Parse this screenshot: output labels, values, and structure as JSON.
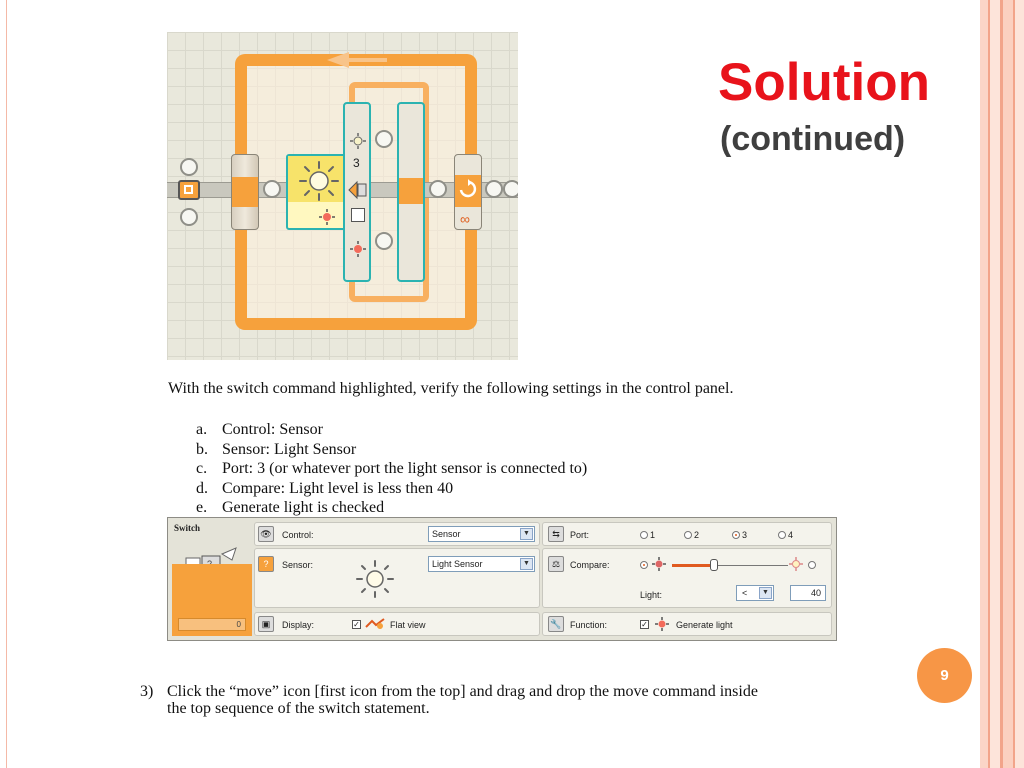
{
  "slide": {
    "title": "Solution",
    "subtitle": "(continued)",
    "page_number": "9"
  },
  "diagram": {
    "switch_port": "3"
  },
  "instructions": {
    "intro": "With the switch command highlighted, verify the following settings in the control panel.",
    "items": [
      {
        "letter": "a.",
        "text": "Control: Sensor"
      },
      {
        "letter": "b.",
        "text": "Sensor: Light Sensor"
      },
      {
        "letter": "c.",
        "text": "Port: 3 (or whatever port the light sensor is connected to)"
      },
      {
        "letter": "d.",
        "text": "Compare: Light level is less then 40"
      },
      {
        "letter": "e.",
        "text": "Generate light is checked"
      }
    ]
  },
  "control_panel": {
    "title": "Switch",
    "block_value": "0",
    "control_label": "Control:",
    "control_value": "Sensor",
    "sensor_label": "Sensor:",
    "sensor_value": "Light Sensor",
    "display_label": "Display:",
    "display_option": "Flat view",
    "port_label": "Port:",
    "ports": [
      "1",
      "2",
      "3",
      "4"
    ],
    "selected_port": "3",
    "compare_label": "Compare:",
    "light_label": "Light:",
    "compare_operator": "<",
    "compare_value": "40",
    "function_label": "Function:",
    "function_option": "Generate light"
  },
  "step": {
    "number": "3)",
    "text": "Click the “move” icon [first icon from the top] and drag and drop the move command inside the top sequence of the switch statement."
  },
  "colors": {
    "title_red": "#e8131b",
    "accent_orange": "#f79646",
    "nxt_orange": "#f6a13c",
    "teal_highlight": "#2bb3b1"
  }
}
